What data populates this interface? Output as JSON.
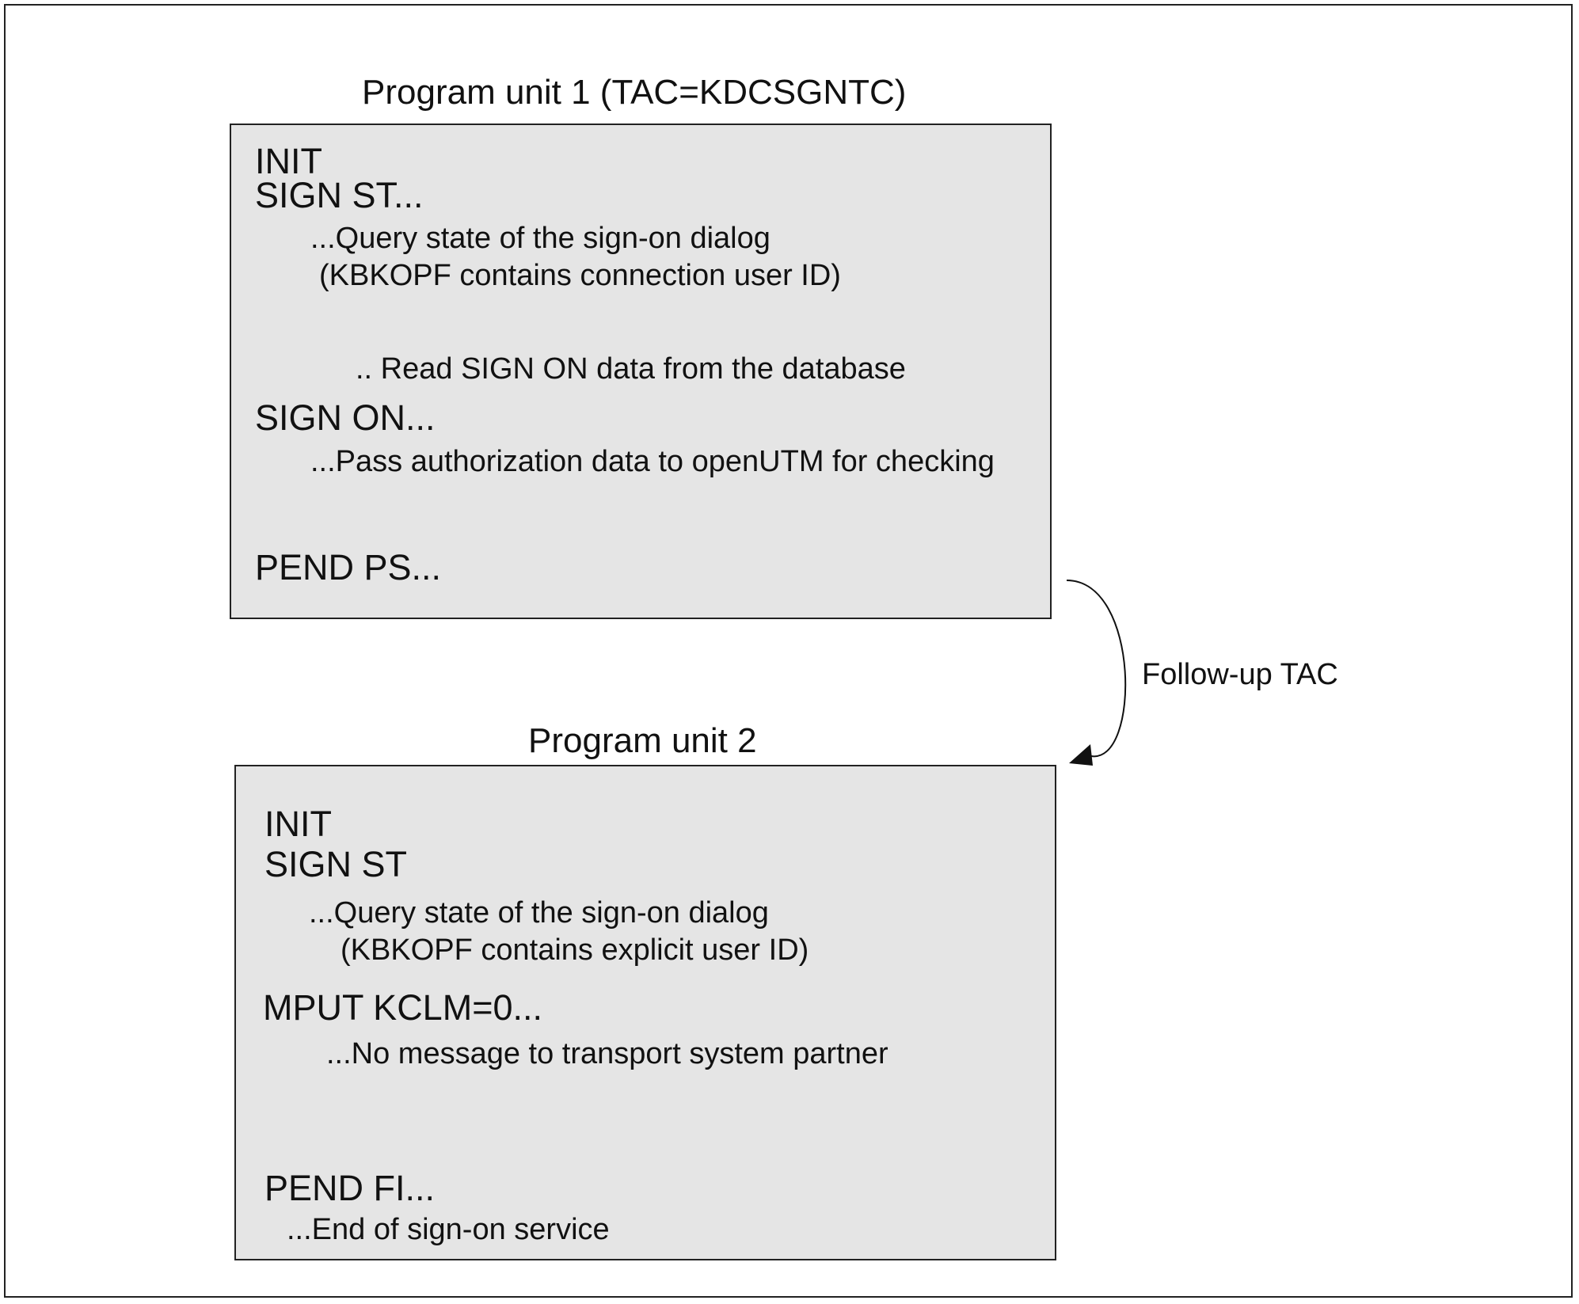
{
  "unit1": {
    "title": "Program unit 1 (TAC=KDCSGNTC)",
    "init": "INIT",
    "sign_st": "SIGN ST...",
    "note_query": "...Query state of the sign-on dialog",
    "note_kbkopf": "(KBKOPF contains connection user ID)",
    "note_read": ".. Read SIGN ON data from the database",
    "sign_on": "SIGN ON...",
    "note_pass": "...Pass authorization data to openUTM for checking",
    "pend": "PEND PS..."
  },
  "connector": {
    "label": "Follow-up TAC"
  },
  "unit2": {
    "title": "Program unit 2",
    "init": "INIT",
    "sign_st": "SIGN ST",
    "note_query": "...Query state of the sign-on dialog",
    "note_kbkopf": "(KBKOPF contains explicit user ID)",
    "mput": "MPUT KCLM=0...",
    "note_no_message": "...No message to transport system partner",
    "pend": "PEND FI...",
    "note_end": "...End of sign-on service"
  }
}
